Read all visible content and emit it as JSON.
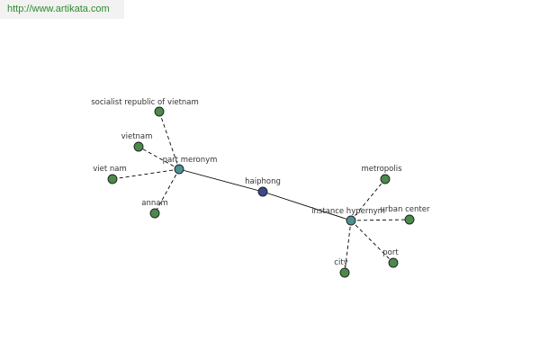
{
  "banner": {
    "url_text": "http://www.artikata.com"
  },
  "colors": {
    "leaf": "#4a8a4a",
    "hub": "#4e8f93",
    "center": "#3a4a8c",
    "edge": "#000000",
    "banner_text": "#2e8b2e"
  },
  "graph": {
    "center": {
      "id": "haiphong",
      "label": "haiphong"
    },
    "hubs": [
      {
        "id": "part-meronym",
        "label": "part meronym"
      },
      {
        "id": "instance-hypernym",
        "label": "instance hypernym"
      }
    ],
    "leaves": [
      {
        "id": "socialist-republic-of-vietnam",
        "label": "socialist republic of vietnam",
        "hub": "part-meronym"
      },
      {
        "id": "vietnam",
        "label": "vietnam",
        "hub": "part-meronym"
      },
      {
        "id": "viet-nam",
        "label": "viet nam",
        "hub": "part-meronym"
      },
      {
        "id": "annam",
        "label": "annam",
        "hub": "part-meronym"
      },
      {
        "id": "metropolis",
        "label": "metropolis",
        "hub": "instance-hypernym"
      },
      {
        "id": "urban-center",
        "label": "urban center",
        "hub": "instance-hypernym"
      },
      {
        "id": "port",
        "label": "port",
        "hub": "instance-hypernym"
      },
      {
        "id": "city",
        "label": "city",
        "hub": "instance-hypernym"
      }
    ]
  }
}
